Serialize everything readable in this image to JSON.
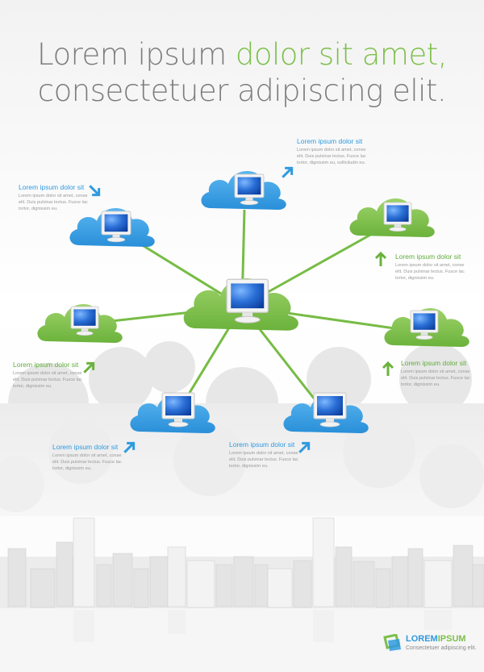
{
  "header": {
    "line1_part1": "Lorem ipsum ",
    "line1_part2": "dolor sit amet,",
    "line2": "consectetuer adipiscing elit."
  },
  "colors": {
    "blue": "#2f9ae0",
    "green": "#7cbf4a",
    "connector": "#77bc45",
    "gray_text": "#7c7c7c"
  },
  "nodes": {
    "center": {
      "color": "green"
    },
    "top": {
      "color": "blue"
    },
    "upper_left": {
      "color": "blue"
    },
    "upper_right": {
      "color": "green"
    },
    "mid_left": {
      "color": "green"
    },
    "mid_right": {
      "color": "green"
    },
    "lower_left": {
      "color": "blue"
    },
    "lower_right": {
      "color": "blue"
    }
  },
  "labels": {
    "top": {
      "title": "Lorem ipsum dolor sit",
      "body": [
        "Lorem ipsum dolor sit amet, conse",
        "elit. Duis pulvinar lectus. Fusce lac",
        "tortor, dignissim eu, sollicitudin eu."
      ]
    },
    "upper_left": {
      "title": "Lorem ipsum dolor sit",
      "body": [
        "Lorem ipsum dolor sit amet, conse",
        "elit. Duis pulvinar lectus. Fusce lac",
        "tortor, dignissim eu."
      ]
    },
    "upper_right": {
      "title": "Lorem ipsum dolor sit",
      "body": [
        "Lorem ipsum dolor sit amet, conse",
        "elit. Duis pulvinar lectus. Fusce lac",
        "tortor, dignissim eu."
      ]
    },
    "mid_left": {
      "title": "Lorem ipsum dolor sit",
      "body": [
        "Lorem ipsum dolor sit amet, conse",
        "elit. Duis pulvinar lectus. Fusce lac",
        "tortor, dignissim eu."
      ]
    },
    "mid_right": {
      "title": "Lorem ipsum dolor sit",
      "body": [
        "Lorem ipsum dolor sit amet, conse",
        "elit. Duis pulvinar lectus. Fusce lac",
        "tortor, dignissim eu."
      ]
    },
    "lower_left": {
      "title": "Lorem ipsum dolor sit",
      "body": [
        "Lorem ipsum dolor sit amet, conse",
        "elit. Duis pulvinar lectus. Fusce lac",
        "tortor, dignissim eu."
      ]
    },
    "lower_right": {
      "title": "Lorem ipsum dolor sit",
      "body": [
        "Lorem ipsum dolor sit amet, conse",
        "elit. Duis pulvinar lectus. Fusce lac",
        "tortor, dignissim eu."
      ]
    }
  },
  "footer": {
    "brand_part1": "LOREM",
    "brand_part2": "IPSUM",
    "tagline": "Consectetuer adipiscing elit."
  }
}
